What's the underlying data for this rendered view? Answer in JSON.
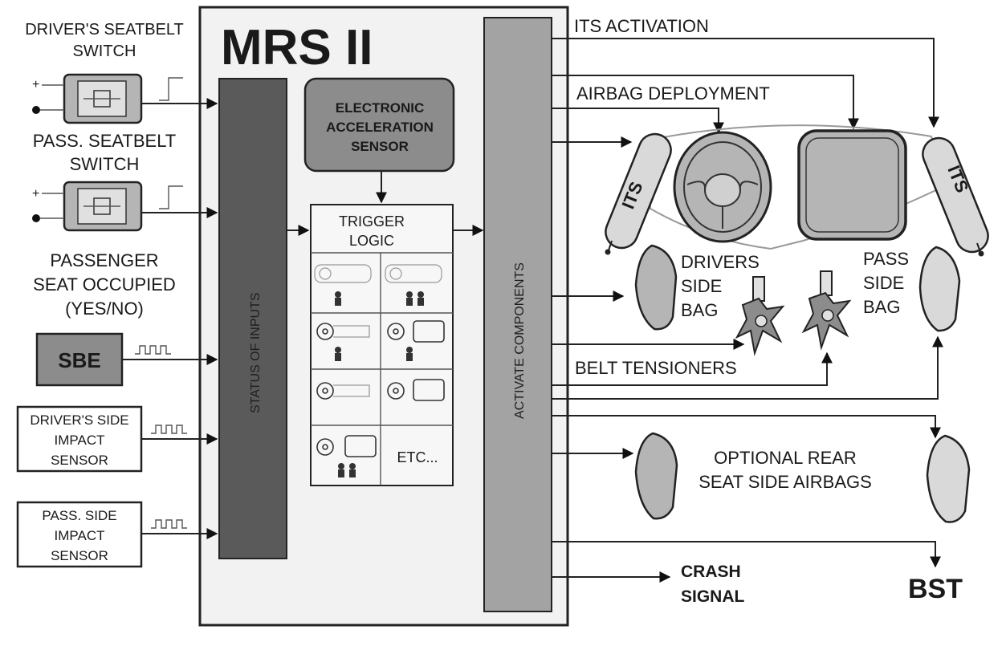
{
  "title": "MRS II",
  "inputs": {
    "driver_seatbelt": [
      "DRIVER'S SEATBELT",
      "SWITCH"
    ],
    "pass_seatbelt": [
      "PASS. SEATBELT",
      "SWITCH"
    ],
    "passenger_occupied": [
      "PASSENGER",
      "SEAT OCCUPIED",
      "(YES/NO)"
    ],
    "sbe": "SBE",
    "driver_side_impact": [
      "DRIVER'S SIDE",
      "IMPACT",
      "SENSOR"
    ],
    "pass_side_impact": [
      "PASS. SIDE",
      "IMPACT",
      "SENSOR"
    ],
    "plus_sign": "+"
  },
  "controller": {
    "status_of_inputs": "STATUS OF INPUTS",
    "accel_sensor": [
      "ELECTRONIC",
      "ACCELERATION",
      "SENSOR"
    ],
    "trigger_logic": [
      "TRIGGER",
      "LOGIC"
    ],
    "etc": "ETC...",
    "activate_components": "ACTIVATE COMPONENTS"
  },
  "outputs": {
    "its_activation": "ITS ACTIVATION",
    "airbag_deployment": "AIRBAG DEPLOYMENT",
    "its_label": "ITS",
    "drivers_side_bag": [
      "DRIVERS",
      "SIDE",
      "BAG"
    ],
    "pass_side_bag": [
      "PASS",
      "SIDE",
      "BAG"
    ],
    "belt_tensioners": "BELT TENSIONERS",
    "optional_rear": [
      "OPTIONAL REAR",
      "SEAT SIDE AIRBAGS"
    ],
    "crash_signal": [
      "CRASH",
      "SIGNAL"
    ],
    "bst": "BST"
  },
  "colors": {
    "status_column": "#5a5a5a",
    "activate_column": "#a3a3a3",
    "sensor_box": "#8c8c8c",
    "switch_box": "#b5b5b5",
    "light_fill": "#d9d9d9",
    "main_frame": "#f2f2f2"
  }
}
